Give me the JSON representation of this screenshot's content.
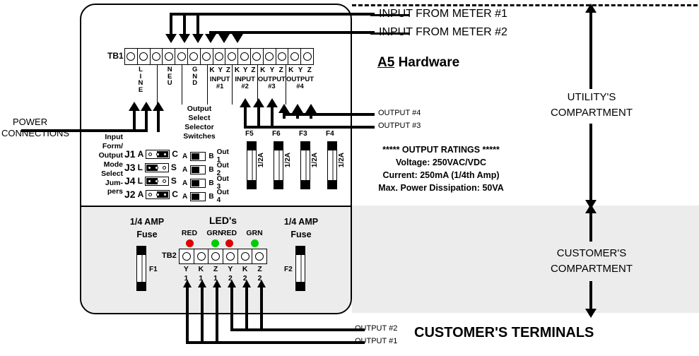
{
  "title": {
    "prefix": "A5",
    "rest": " Hardware"
  },
  "callouts": {
    "input_meter_1": "INPUT FROM METER #1",
    "input_meter_2": "INPUT FROM METER #2",
    "output_4": "OUTPUT #4",
    "output_3": "OUTPUT #3",
    "output_2": "OUTPUT #2",
    "output_1": "OUTPUT #1",
    "customers_terminals": "CUSTOMER'S TERMINALS",
    "power_connections_l1": "POWER",
    "power_connections_l2": "CONNECTIONS",
    "utility_l1": "UTILITY'S",
    "utility_l2": "COMPARTMENT",
    "customer_l1": "CUSTOMER'S",
    "customer_l2": "COMPARTMENT"
  },
  "tb1": {
    "label": "TB1",
    "terminal_count": 15,
    "groups": [
      {
        "pins": [
          "L",
          "I",
          "N",
          "E"
        ],
        "style": "vertical",
        "name": ""
      },
      {
        "pins": [
          "N",
          "E",
          "U"
        ],
        "style": "vertical",
        "name": ""
      },
      {
        "pins": [
          "G",
          "N",
          "D"
        ],
        "style": "vertical",
        "name": ""
      },
      {
        "pins": [
          "K",
          "Y",
          "Z"
        ],
        "style": "kyz",
        "name": "INPUT",
        "name2": "#1"
      },
      {
        "pins": [
          "K",
          "Y",
          "Z"
        ],
        "style": "kyz",
        "name": "INPUT",
        "name2": "#2"
      },
      {
        "pins": [
          "K",
          "Y",
          "Z"
        ],
        "style": "kyz",
        "name": "OUTPUT",
        "name2": "#3"
      },
      {
        "pins": [
          "K",
          "Y",
          "Z"
        ],
        "style": "kyz",
        "name": "OUTPUT",
        "name2": "#4"
      }
    ]
  },
  "jumpers": {
    "caption_lines": [
      "Input",
      "Form/",
      "Output",
      "Mode",
      "Select",
      "Jum-",
      "pers"
    ],
    "rows": [
      {
        "name": "J1",
        "left": "A",
        "right": "C",
        "shunt": "right"
      },
      {
        "name": "J3",
        "left": "L",
        "right": "S",
        "shunt": "left"
      },
      {
        "name": "J4",
        "left": "L",
        "right": "S",
        "shunt": "left"
      },
      {
        "name": "J2",
        "left": "A",
        "right": "C",
        "shunt": "right"
      }
    ]
  },
  "switches": {
    "caption_lines": [
      "Output",
      "Select",
      "Selector",
      "Switches"
    ],
    "rows": [
      {
        "left": "A",
        "right": "B",
        "label": "Out 1",
        "position": "A"
      },
      {
        "left": "A",
        "right": "B",
        "label": "Out 2",
        "position": "A"
      },
      {
        "left": "A",
        "right": "B",
        "label": "Out 3",
        "position": "A"
      },
      {
        "left": "A",
        "right": "B",
        "label": "Out 4",
        "position": "A"
      }
    ]
  },
  "fuses_top": [
    {
      "name": "F5",
      "rating": "1/2A"
    },
    {
      "name": "F6",
      "rating": "1/2A"
    },
    {
      "name": "F3",
      "rating": "1/2A"
    },
    {
      "name": "F4",
      "rating": "1/2A"
    }
  ],
  "ratings": {
    "header": "***** OUTPUT RATINGS *****",
    "voltage": "Voltage: 250VAC/VDC",
    "current": "Current: 250mA (1/4th Amp)",
    "power": "Max. Power Dissipation: 50VA"
  },
  "amp_fuses": [
    {
      "line1": "1/4 AMP",
      "line2": "Fuse",
      "name": "F1"
    },
    {
      "line1": "1/4 AMP",
      "line2": "Fuse",
      "name": "F2"
    }
  ],
  "leds": {
    "title": "LED's",
    "items": [
      {
        "label": "RED",
        "color": "#dd0000"
      },
      {
        "label": "GRN",
        "color": "#00cc00"
      },
      {
        "label": "RED",
        "color": "#dd0000"
      },
      {
        "label": "GRN",
        "color": "#00cc00"
      }
    ]
  },
  "tb2": {
    "label": "TB2",
    "terminals": [
      {
        "letter": "Y",
        "num": "1"
      },
      {
        "letter": "K",
        "num": "1"
      },
      {
        "letter": "Z",
        "num": "1"
      },
      {
        "letter": "Y",
        "num": "2"
      },
      {
        "letter": "K",
        "num": "2"
      },
      {
        "letter": "Z",
        "num": "2"
      }
    ]
  }
}
